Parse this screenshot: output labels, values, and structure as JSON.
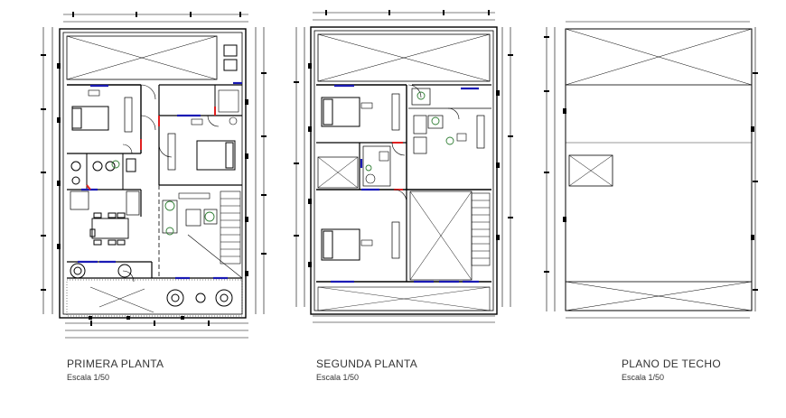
{
  "plans": [
    {
      "id": "primera",
      "title": "PRIMERA PLANTA",
      "scale": "Escala 1/50"
    },
    {
      "id": "segunda",
      "title": "SEGUNDA PLANTA",
      "scale": "Escala 1/50"
    },
    {
      "id": "techo",
      "title": "PLANO DE TECHO",
      "scale": "Escala 1/50"
    }
  ],
  "colors": {
    "line": "#000000",
    "window": "#1a1ab4",
    "door_jamb": "#e02020",
    "plant": "#2e7d32",
    "background": "#ffffff"
  }
}
